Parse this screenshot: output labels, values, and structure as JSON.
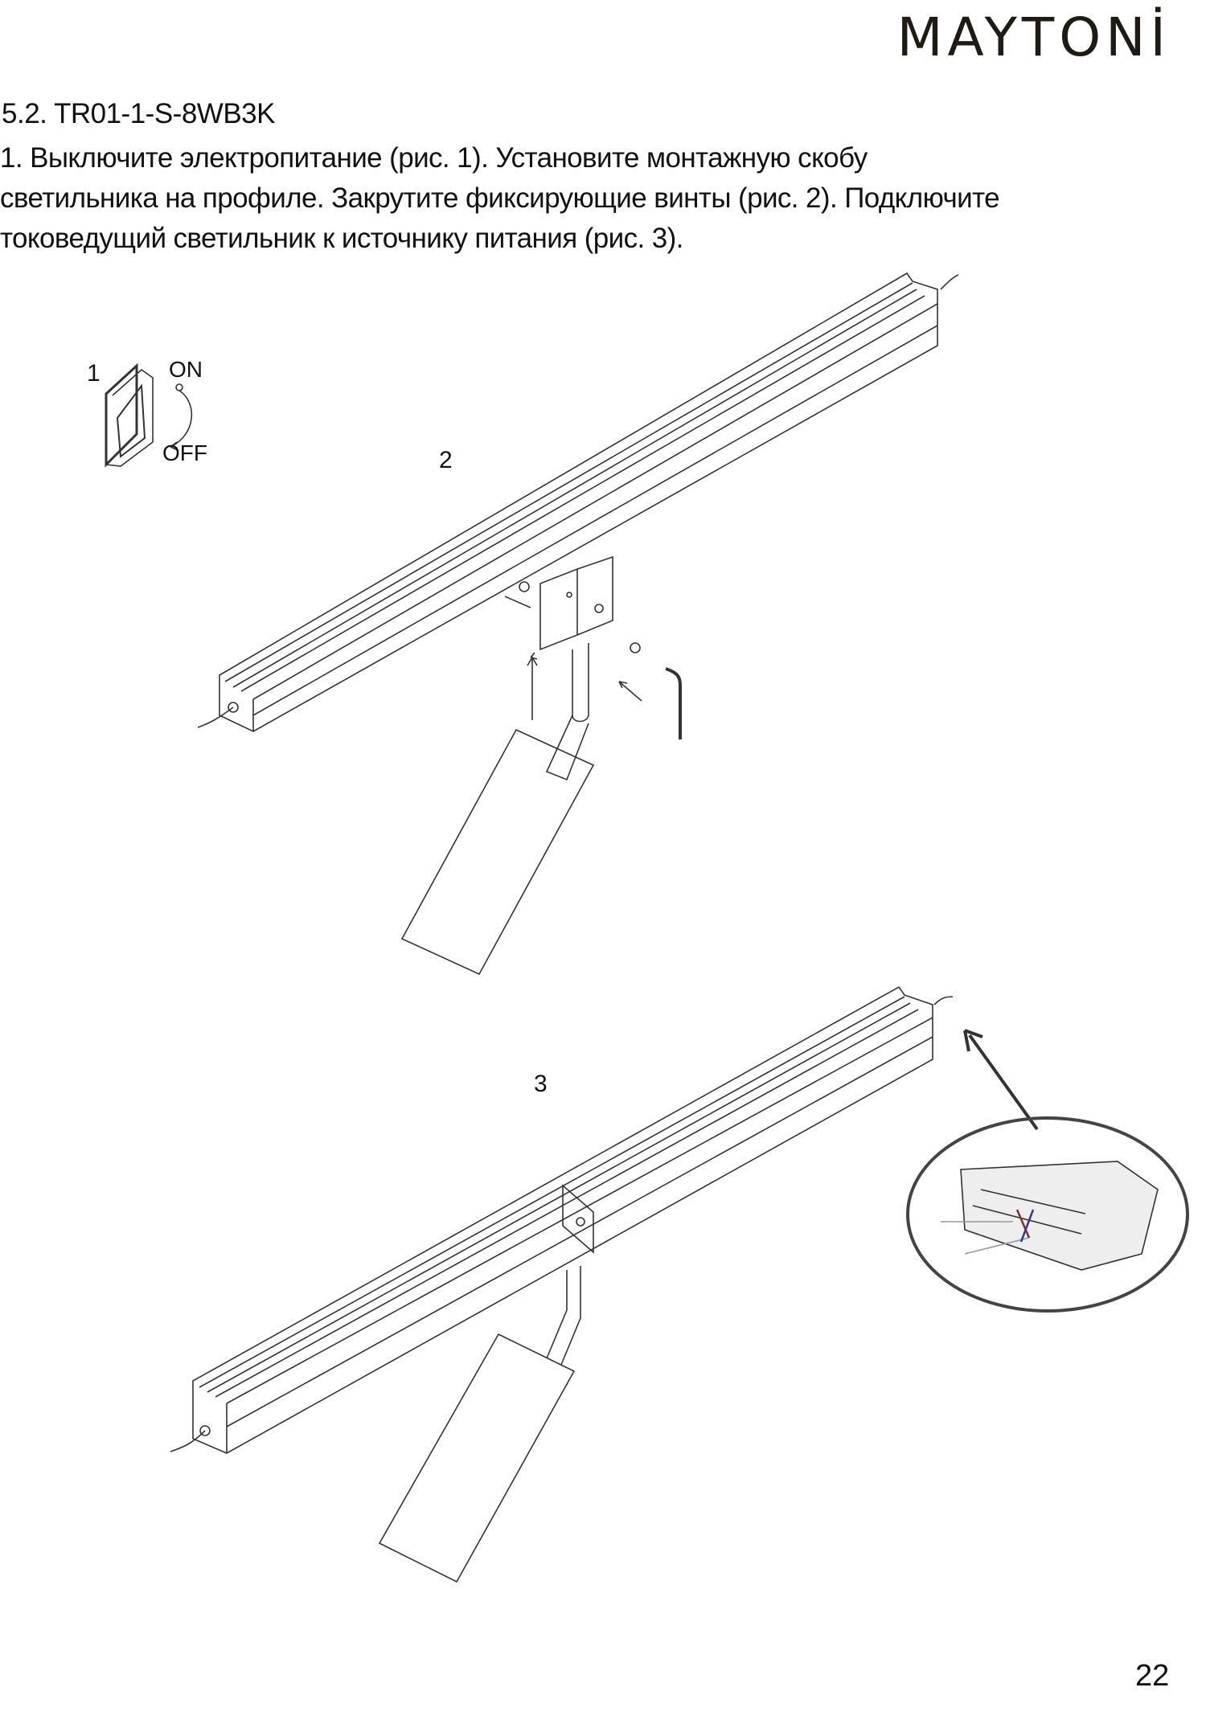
{
  "brand": {
    "logo": "MAYTONİ"
  },
  "section": {
    "heading": "5.2. TR01-1-S-8WB3K"
  },
  "instructions": {
    "lines": [
      "1. Выключите электропитание (рис. 1). Установите монтажную скобу",
      "светильника на профиле. Закрутите фиксирующие винты (рис. 2). Подключите",
      "токоведущий светильник к источнику питания (рис. 3)."
    ]
  },
  "figures": {
    "fig1": {
      "number": "1",
      "on_label": "ON",
      "off_label": "OFF"
    },
    "fig2": {
      "number": "2"
    },
    "fig3": {
      "number": "3"
    }
  },
  "page_number": "22"
}
